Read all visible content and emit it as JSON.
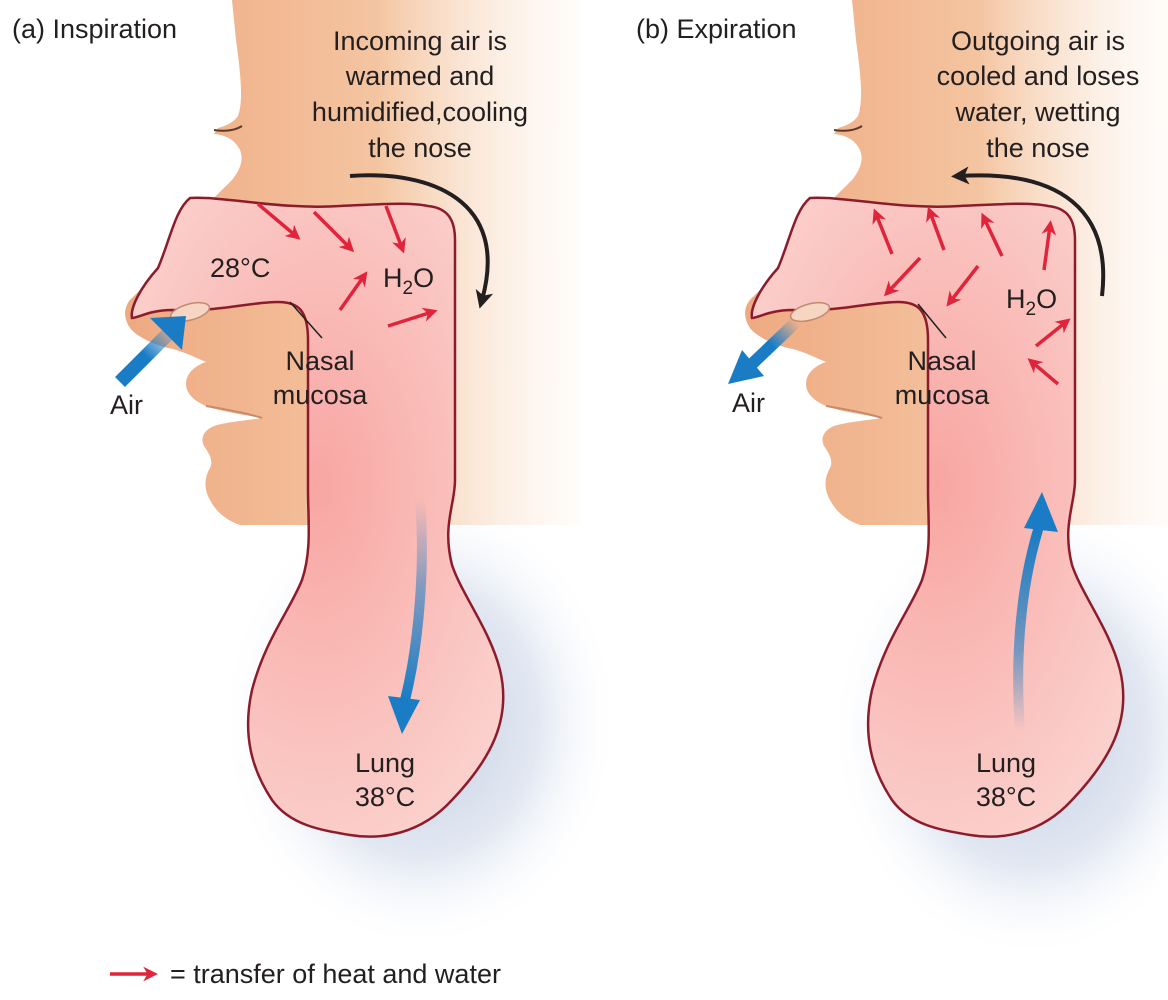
{
  "panels": [
    {
      "id": "inspiration",
      "title": "(a) Inspiration",
      "caption_lines": [
        "Incoming air is",
        "warmed and",
        "humidified,cooling",
        "the nose"
      ],
      "temperature": "28°C",
      "water_symbol": "H",
      "water_sub": "2",
      "water_tail": "O",
      "mucosa_lines": [
        "Nasal",
        "mucosa"
      ],
      "air_label": "Air",
      "lung_lines": [
        "Lung",
        "38°C"
      ]
    },
    {
      "id": "expiration",
      "title": "(b) Expiration",
      "caption_lines": [
        "Outgoing air is",
        "cooled and loses",
        "water, wetting",
        "the nose"
      ],
      "water_symbol": "H",
      "water_sub": "2",
      "water_tail": "O",
      "mucosa_lines": [
        "Nasal",
        "mucosa"
      ],
      "air_label": "Air",
      "lung_lines": [
        "Lung",
        "38°C"
      ]
    }
  ],
  "legend": {
    "text": "= transfer of heat and water"
  },
  "colors": {
    "skin": "#f0b48c",
    "airway_fill": "#f7b4b0",
    "airway_stroke": "#8c1c2c",
    "transfer_arrow": "#e0243c",
    "air_flow": "#1a7cc4",
    "lung_glow": "#b6c4dc",
    "curved_arrow": "#231f20"
  }
}
